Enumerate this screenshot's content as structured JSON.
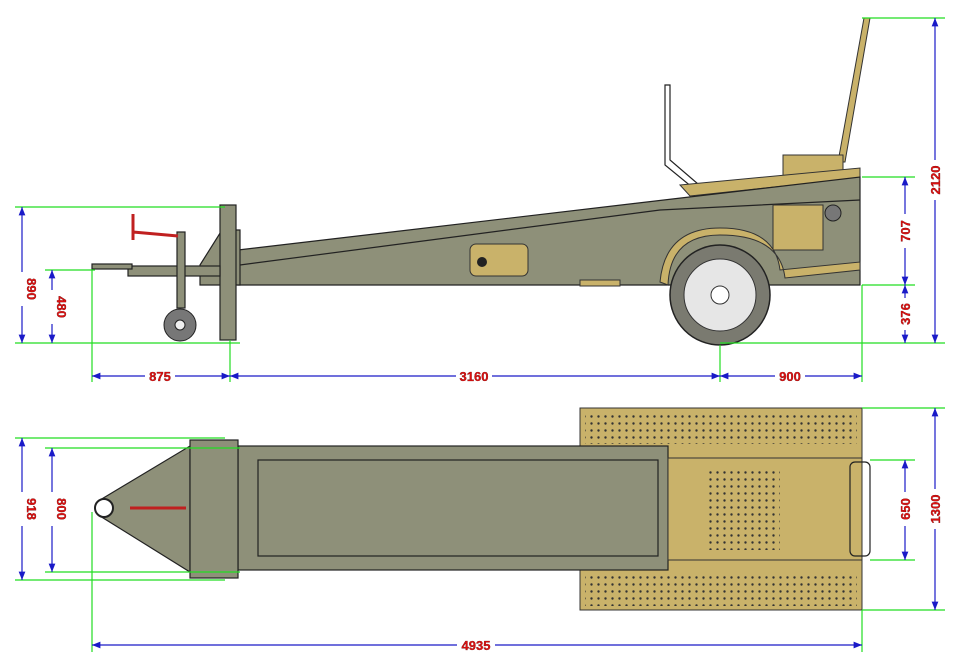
{
  "drawing": {
    "title": "Trailer general arrangement - side and top views",
    "colors": {
      "frame": "#8e9079",
      "deck": "#c9b26a",
      "dimension_line": "#1a1ac8",
      "extension_line": "#22dd22",
      "dimension_text": "#e01010"
    },
    "side_view": {
      "dimensions": {
        "overall_height": "2120",
        "rear_box_height": "707",
        "rear_box_ground_clearance": "376",
        "drawbar_height": "890",
        "hitch_height": "480",
        "hitch_to_post": "875",
        "post_to_axle": "3160",
        "axle_to_rear": "900"
      }
    },
    "top_view": {
      "dimensions": {
        "drawbar_width": "918",
        "bed_width": "800",
        "seat_width": "650",
        "overall_width": "1300",
        "overall_length": "4935"
      }
    }
  }
}
